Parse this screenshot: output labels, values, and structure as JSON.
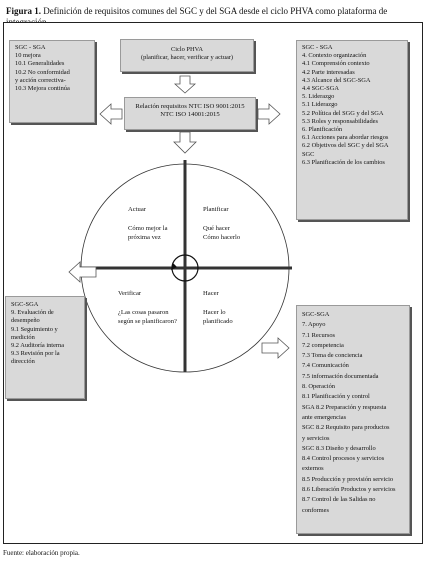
{
  "title": {
    "prefix": "Figura 1.",
    "text": " Definición de requisitos comunes del SGC y del SGA desde el ciclo PHVA como plataforma de integración"
  },
  "source": "Fuente: elaboración propia.",
  "top_center_box": {
    "line1": "Ciclo PHVA",
    "line2": "(planificar, hacer, verificar y actuar)"
  },
  "middle_center_box": {
    "line1": "Relación requisitos NTC ISO 9001:2015",
    "line2": "NTC ISO 14001:2015"
  },
  "actuar_box": {
    "lines": [
      "SGC - SGA",
      "10 mejora",
      "10.1 Generalidades",
      "10.2 No conformidad",
      "y acción correctiva-",
      "10.3 Mejora continúa"
    ]
  },
  "planificar_box": {
    "lines": [
      "SGC - SGA",
      "4. Contexto organización",
      "4.1 Comprensión contexto",
      "4.2 Parte interesadas",
      "4.3 Alcance del SGC-SGA",
      "4.4 SGC-SGA",
      "5. Liderazgo",
      "5.1 Liderazgo",
      "5.2 Política del SGG y del SGA",
      "5.3 Roles y responsabilidades",
      "6. Planificación",
      "6.1 Acciones para abordar riesgos",
      "6.2 Objetivos del SGC y del SGA",
      "SGC",
      "6.3 Planificación de los cambios"
    ]
  },
  "verificar_box": {
    "lines": [
      "SGC-SGA",
      "9. Evaluación de",
      "desempeño",
      "9.1 Seguimiento y",
      "medición",
      "9.2 Auditoría interna",
      "9.3 Revisión por la",
      "dirección"
    ]
  },
  "hacer_box": {
    "lines": [
      "SGC-SGA",
      "7. Apoyo",
      "7.1 Recursos",
      "7.2 competencia",
      "7.3 Toma de conciencia",
      "7.4 Comunicación",
      "7.5 información documentada",
      "8. Operación",
      "8.1 Planificación y control",
      "SGA 8.2 Preparación y respuesta",
      "ante emergencias",
      "SGC 8.2 Requisito para productos",
      "y servicios",
      "SGC 8.3 Diseño y desarrollo",
      "8.4 Control procesos y servicios",
      "externos",
      "8.5 Producción y provisión servicio",
      "8.6 Liberación Productos y servicios",
      "8.7 Control de las Salidas no",
      "conformes"
    ]
  },
  "quadrants": {
    "actuar": {
      "title": "Actuar",
      "line1": "Cómo mejor la",
      "line2": "próxima vez"
    },
    "planificar": {
      "title": "Planificar",
      "line1": "Qué hacer",
      "line2": "Cómo hacerlo"
    },
    "verificar": {
      "title": "Verificar",
      "line1": "¿Las cosas pasaron",
      "line2": "según se planificaron?"
    },
    "hacer": {
      "title": "Hacer",
      "line1": "Hacer lo",
      "line2": "planificado"
    }
  },
  "colors": {
    "box_fill": "#d9d9d9",
    "arrow_fill": "#ffffff",
    "line": "#333333"
  }
}
